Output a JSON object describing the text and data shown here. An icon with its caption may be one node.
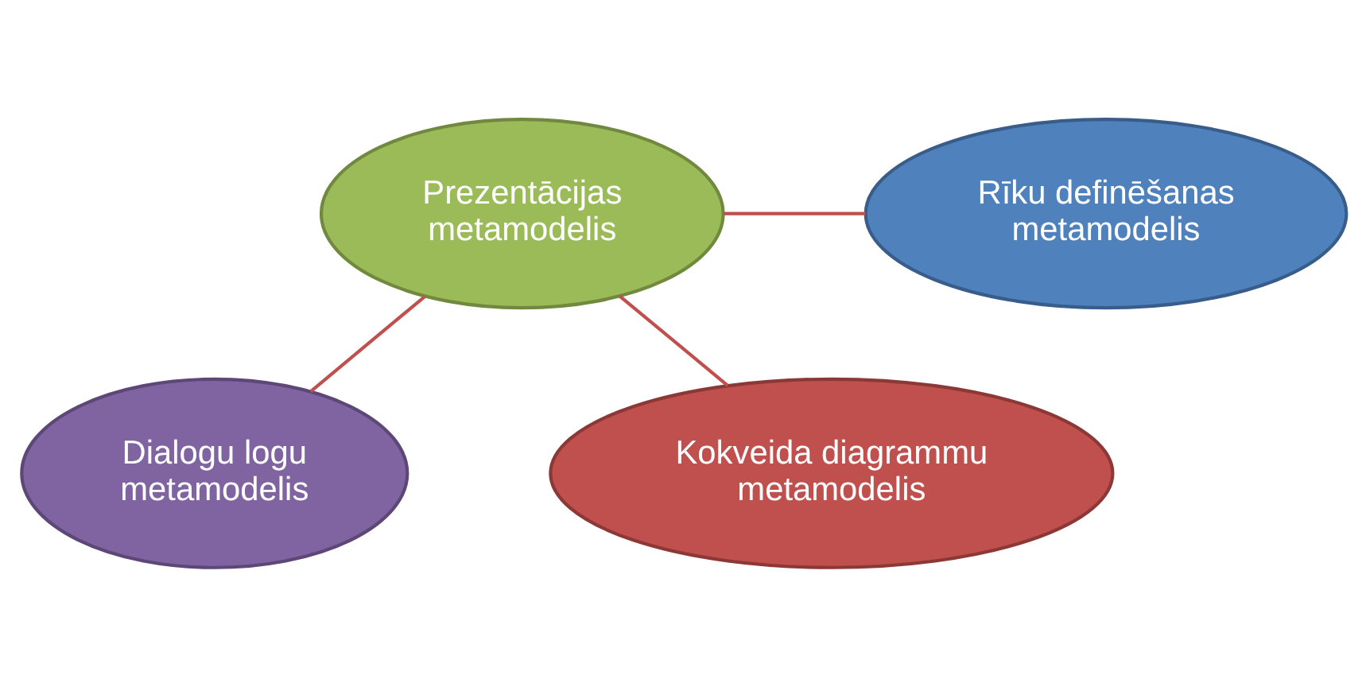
{
  "diagram": {
    "nodes": [
      {
        "text": [
          "Prezentācijas metamodelis"
        ]
      },
      {
        "text": [
          "Rīku definēšanas metamodelis"
        ]
      },
      {
        "text": [
          "Dialogu logu metamodelis"
        ]
      },
      {
        "text": [
          "Kokveida diagrammu metamodelis"
        ]
      }
    ],
    "edges": [
      {
        "from": 0,
        "to": 1,
        "arrow": "none"
      },
      {
        "from": 0,
        "to": 2,
        "arrow": "none"
      },
      {
        "from": 0,
        "to": 3,
        "arrow": "none"
      }
    ]
  }
}
